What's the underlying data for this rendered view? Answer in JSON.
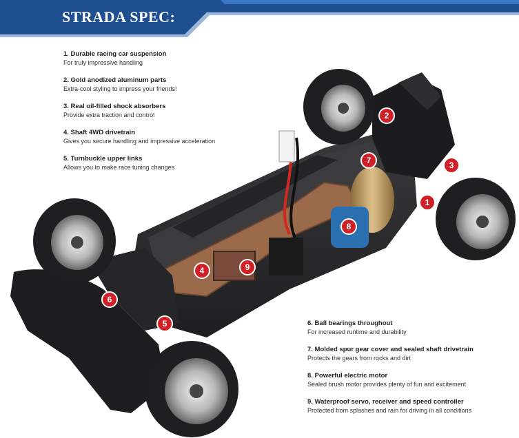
{
  "header": {
    "title": "STRADA SPEC:"
  },
  "specs_left": [
    {
      "title": "1. Durable racing car suspension",
      "desc": "For truly impressive handling"
    },
    {
      "title": "2. Gold anodized aluminum parts",
      "desc": "Extra-cool styling to impress your friends!"
    },
    {
      "title": "3. Real oil-filled shock absorbers",
      "desc": "Provide extra traction and control"
    },
    {
      "title": "4. Shaft 4WD drivetrain",
      "desc": "Gives you secure handling and impressive acceleration"
    },
    {
      "title": "5. Turnbuckle upper links",
      "desc": "Allows you to make race tuning changes"
    }
  ],
  "specs_right": [
    {
      "title": "6. Ball bearings throughout",
      "desc": "For increased runtime and durability"
    },
    {
      "title": "7. Molded spur gear cover and sealed shaft drivetrain",
      "desc": "Protects the gears from rocks and dirt"
    },
    {
      "title": "8. Powerful electric motor",
      "desc": "Sealed brush motor provides plenty of fun and excitement"
    },
    {
      "title": "9. Waterproof servo, receiver and speed controller",
      "desc": "Protected from splashes and rain for driving in all conditions"
    }
  ],
  "callouts": [
    "1",
    "2",
    "3",
    "4",
    "5",
    "6",
    "7",
    "8",
    "9"
  ],
  "colors": {
    "banner_blue": "#1d4f91",
    "banner_light": "#3a78c3",
    "callout_red": "#d01f26",
    "chassis": "#2b2b2d",
    "bronze_plate": "#9a6a4a"
  }
}
